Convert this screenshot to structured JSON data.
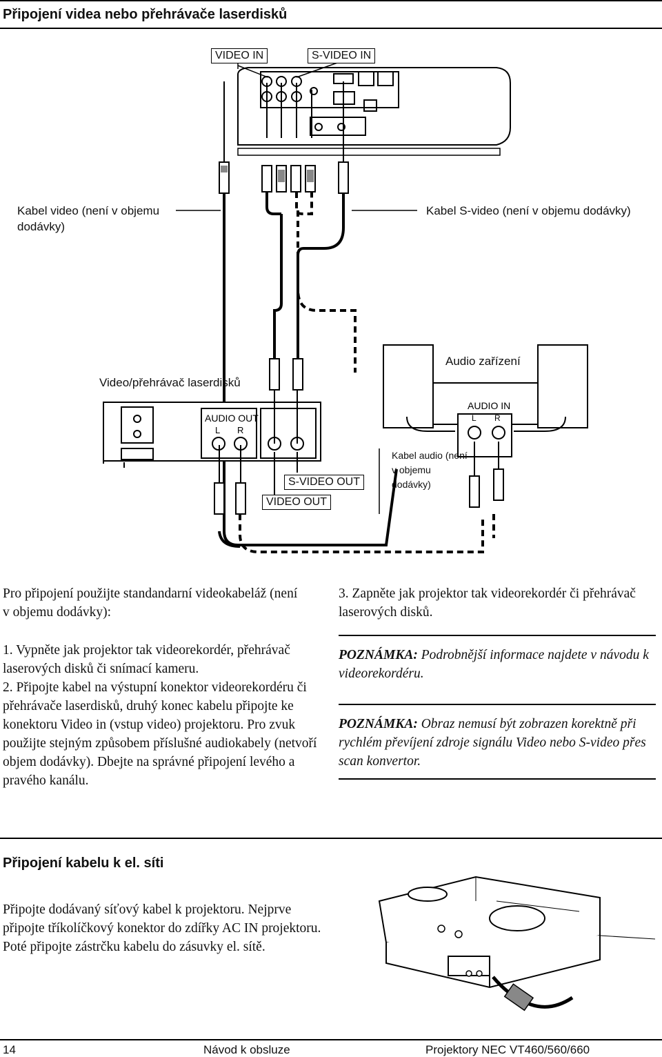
{
  "header": {
    "title": "Připojení videa nebo přehrávače laserdisků"
  },
  "diagram": {
    "video_in": "VIDEO IN",
    "svideo_in": "S-VIDEO IN",
    "video_cable": "Kabel video (není v objemu dodávky)",
    "svideo_cable": "Kabel S-video (není v objemu dodávky)",
    "laser_player": "Video/přehrávač laserdisků",
    "audio_device": "Audio zařízení",
    "audio_out": "AUDIO OUT",
    "audio_in": "AUDIO IN",
    "l": "L",
    "r": "R",
    "svideo_out": "S-VIDEO OUT",
    "video_out": "VIDEO OUT",
    "audio_cable": "Kabel audio (není v objemu dodávky)"
  },
  "body": {
    "intro": "Pro připojení použijte standandarní videokabeláž (není v objemu dodávky):",
    "step1": "1. Vypněte jak projektor tak videorekordér, přehrávač laserových disků či snímací kameru.",
    "step2": "2. Připojte kabel na výstupní konektor videorekordéru či přehrávače laserdisků, druhý konec kabelu připojte ke konektoru Video in (vstup video) projektoru. Pro zvuk použijte stejným způsobem příslušné audiokabely (netvoří objem dodávky). Dbejte na správné připojení levého a pravého kanálu.",
    "step3": "3. Zapněte jak projektor tak videorekordér či přehrávač laserových disků.",
    "note1_label": "POZNÁMKA:",
    "note1_text": "Podrobnější informace najdete v návodu k videorekordéru.",
    "note2_label": "POZNÁMKA:",
    "note2_text": "Obraz nemusí být zobrazen korektně při rychlém převíjení zdroje signálu Video nebo S-video přes scan konvertor."
  },
  "power": {
    "title": "Připojení kabelu k el. síti",
    "text": "Připojte dodávaný síťový kabel k projektoru. Nejprve připojte tříkolíčkový konektor do zdířky AC IN projektoru. Poté připojte zástrčku kabelu do zásuvky el. sítě."
  },
  "footer": {
    "page": "14",
    "center": "Návod k obsluze",
    "right": "Projektory NEC VT460/560/660"
  }
}
